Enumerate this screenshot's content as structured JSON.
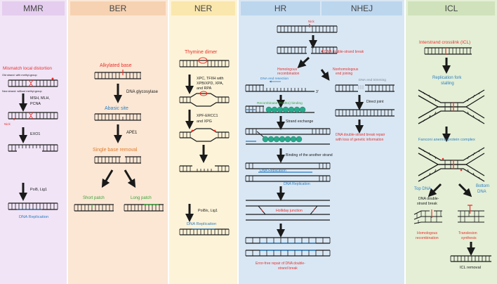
{
  "columns": {
    "mmr": {
      "title": "MMR",
      "bg": "#f0e4f6",
      "hdr": "#e4cdee"
    },
    "ber": {
      "title": "BER",
      "bg": "#fbe7d4",
      "hdr": "#f6d2b2"
    },
    "ner": {
      "title": "NER",
      "bg": "#fdf3d8",
      "hdr": "#fae7ad"
    },
    "hr": {
      "title": "HR",
      "bg": "#d9e7f4",
      "hdr": "#bcd6ee"
    },
    "nhej": {
      "title": "NHEJ",
      "bg": "#d9e7f4",
      "hdr": "#bcd6ee"
    },
    "icl": {
      "title": "ICL",
      "bg": "#e4efd6",
      "hdr": "#cfe2bb"
    }
  },
  "colors": {
    "red": "#e8322d",
    "blue": "#2e7fc1",
    "green": "#3ba33b",
    "orange": "#e07b28",
    "dark": "#1a1a1a",
    "teal": "#29a98b"
  },
  "mmr": {
    "lesion": "Mismatch local distortion",
    "old_strand": "Old strand: with methyl-group",
    "new_strand": "New strand: without methyl-group",
    "step1": "MSH, MLH,",
    "step1b": "PCNA",
    "nick": "Nick",
    "step2": "EXO1",
    "step3": "Polδ, Lig1",
    "replication": "DNA Replication"
  },
  "ber": {
    "lesion": "Alkylated base",
    "step1": "DNA glycosylase",
    "abasic": "Abasic site",
    "step2": "APE1",
    "removal": "Single base removal",
    "short": "Short patch",
    "long": "Long patch"
  },
  "ner": {
    "lesion": "Thymine dimer",
    "step1a": "XPC, TFIIH with",
    "step1b": "XPB/XPD, XPA,",
    "step1c": "and RPA",
    "step2a": "XPF-ERCC1",
    "step2b": "and XPG",
    "step3": "Polδ/ε, Lig1",
    "replication": "DNA Replication"
  },
  "hr": {
    "nick": "Nick",
    "dsb": "DNA double-strand break",
    "hr_label_a": "Homologous",
    "hr_label_b": "recombination",
    "resection": "DNA end resection",
    "three_prime": "3'",
    "rad51": "Recombinase (Rad51) binding",
    "exchange": "Strand exchange",
    "binding": "Binding of the another strand",
    "replication1": "DNA Replication",
    "replication2": "DNA Replication",
    "holliday": "Holliday junction",
    "final_a": "Error-free repair of DNA double-",
    "final_b": "strand break"
  },
  "nhej": {
    "label_a": "Nonhomologous",
    "label_b": "end joining",
    "trimming": "DNA end trimming",
    "joint": "Direct joint",
    "final_a": "DNA double-strand break repair",
    "final_b": "with loss of genetic information"
  },
  "icl": {
    "lesion": "Interstrand crosslink (ICL)",
    "stall_a": "Replication fork",
    "stall_b": "stalling",
    "complex": "Fanconi anemia protein complex",
    "top": "Top DNA",
    "bottom_a": "Bottom",
    "bottom_b": "DNA",
    "dsb_a": "DNA double-",
    "dsb_b": "strand break",
    "hr_a": "Homologous",
    "hr_b": "recombination",
    "tls_a": "Translesion",
    "tls_b": "synthesis",
    "removal": "ICL removal"
  }
}
